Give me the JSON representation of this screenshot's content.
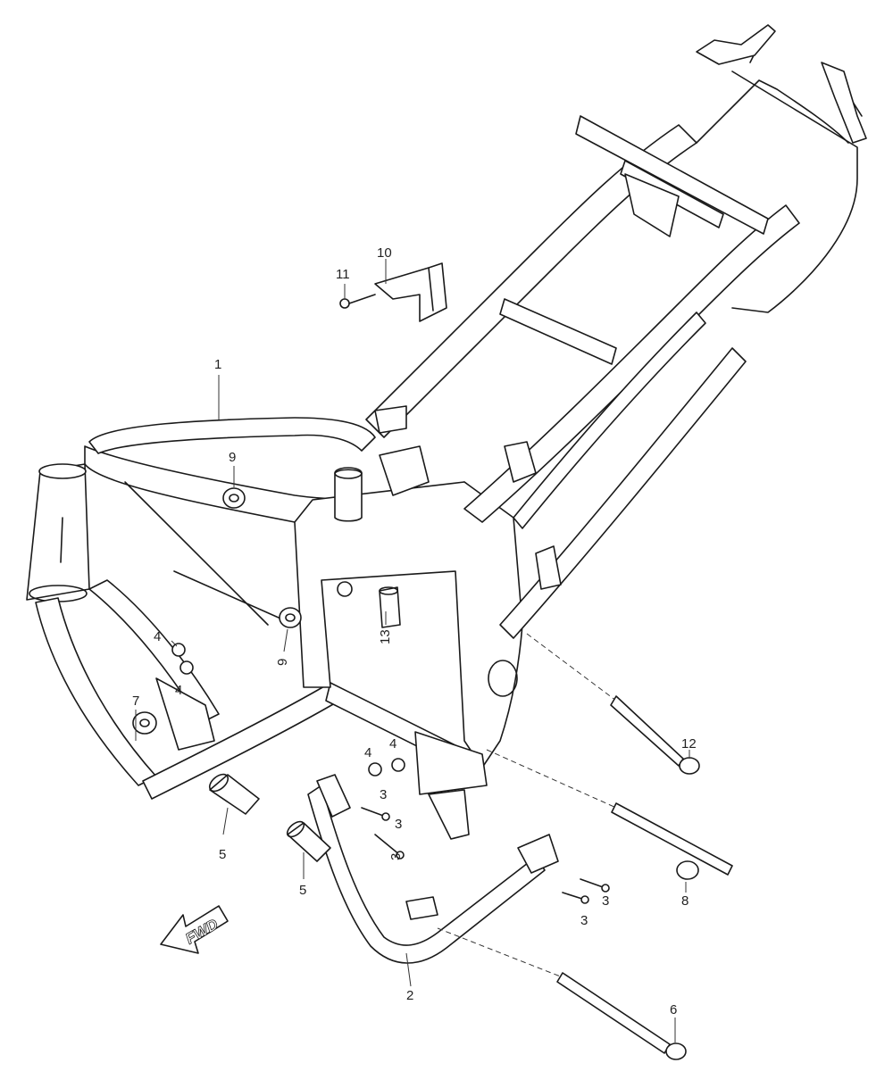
{
  "diagram": {
    "callouts": {
      "c1": "1",
      "c2": "2",
      "c3a": "3",
      "c3b": "3",
      "c3c": "3",
      "c3d": "3",
      "c3e": "3",
      "c4a": "4",
      "c4b": "4",
      "c4c": "4",
      "c4d": "4",
      "c5a": "5",
      "c5b": "5",
      "c6": "6",
      "c7": "7",
      "c8": "8",
      "c9a": "9",
      "c9b": "9",
      "c10": "10",
      "c11": "11",
      "c12": "12",
      "c13": "13"
    },
    "direction_arrow": {
      "label": "FWD",
      "icon": "fwd-arrow-icon"
    },
    "colors": {
      "ink": "#1a1a1a",
      "paper": "#ffffff"
    }
  }
}
